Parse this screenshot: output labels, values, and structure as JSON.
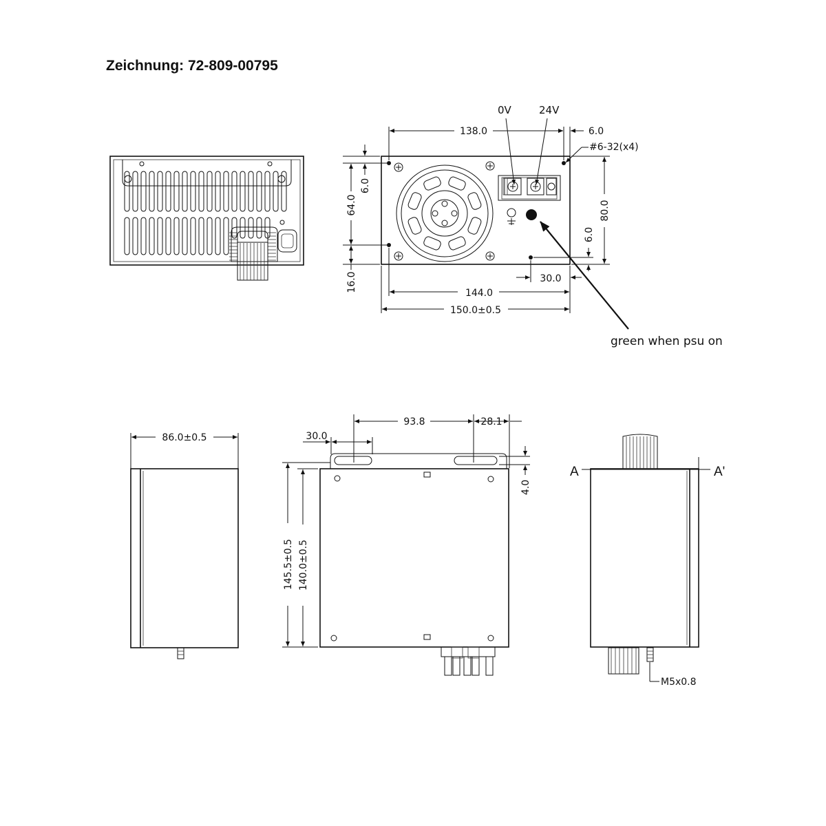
{
  "title": "Zeichnung: 72-809-00795",
  "front_view": {
    "terminal_labels": {
      "zero_v": "0V",
      "plus_24v": "24V"
    },
    "dimensions": {
      "top_span": "138.0",
      "top_right_offset": "6.0",
      "screw_callout": "#6-32(x4)",
      "left_top_offset": "6.0",
      "left_span": "64.0",
      "left_bottom_offset": "16.0",
      "height": "80.0",
      "right_offset": "6.0",
      "led_offset": "30.0",
      "inner_width": "144.0",
      "overall_width": "150.0±0.5"
    },
    "led_note": "green when psu on"
  },
  "side_view": {
    "width": "86.0±0.5"
  },
  "bottom_view": {
    "slot_spacing": "93.8",
    "right_offset": "28.1",
    "left_offset": "30.0",
    "flange_thickness": "4.0",
    "overall_height": "145.5±0.5",
    "body_height": "140.0±0.5"
  },
  "section_view": {
    "section_left": "A",
    "section_right": "A'",
    "thread_callout": "M5x0.8"
  }
}
